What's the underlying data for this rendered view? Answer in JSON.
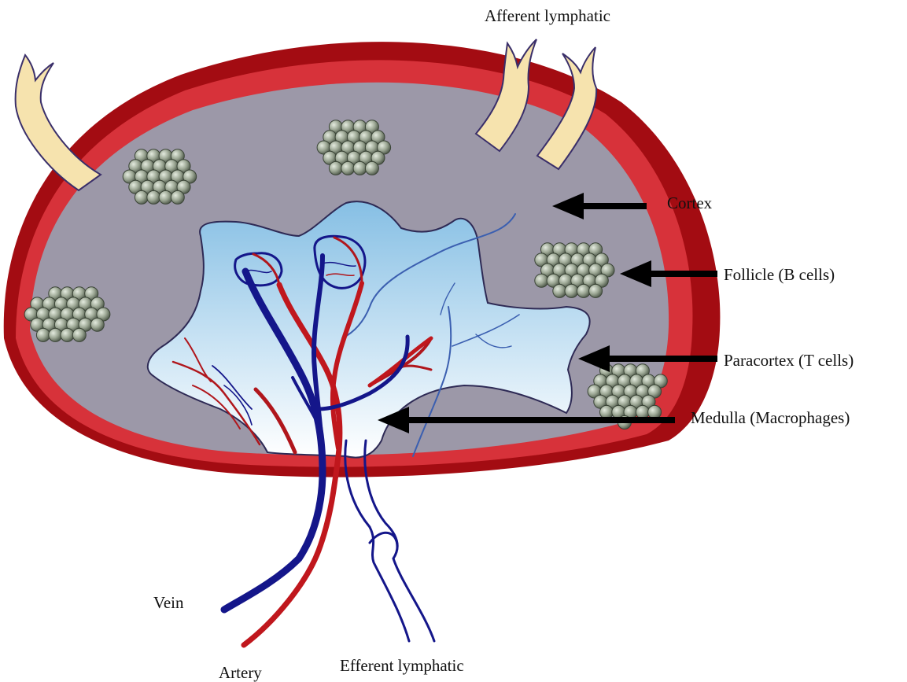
{
  "labels": {
    "afferent": "Afferent lymphatic",
    "cortex": "Cortex",
    "follicle": "Follicle (B cells)",
    "paracortex": "Paracortex (T cells)",
    "medulla": "Medulla (Macrophages)",
    "vein": "Vein",
    "artery": "Artery",
    "efferent": "Efferent lymphatic"
  },
  "colors": {
    "capsule_outer": "#a30c12",
    "capsule_inner": "#d7323a",
    "cortex": "#9c98a8",
    "paracortex_top": "#8dc3e6",
    "paracortex_bottom": "#ffffff",
    "artery": "#c0171d",
    "vein": "#14168a",
    "lymphatic_fill": "#f6e3ae",
    "follicle_cell": "#9ea896",
    "follicle_cell_edge": "#3a4436",
    "arrow": "#000000"
  }
}
